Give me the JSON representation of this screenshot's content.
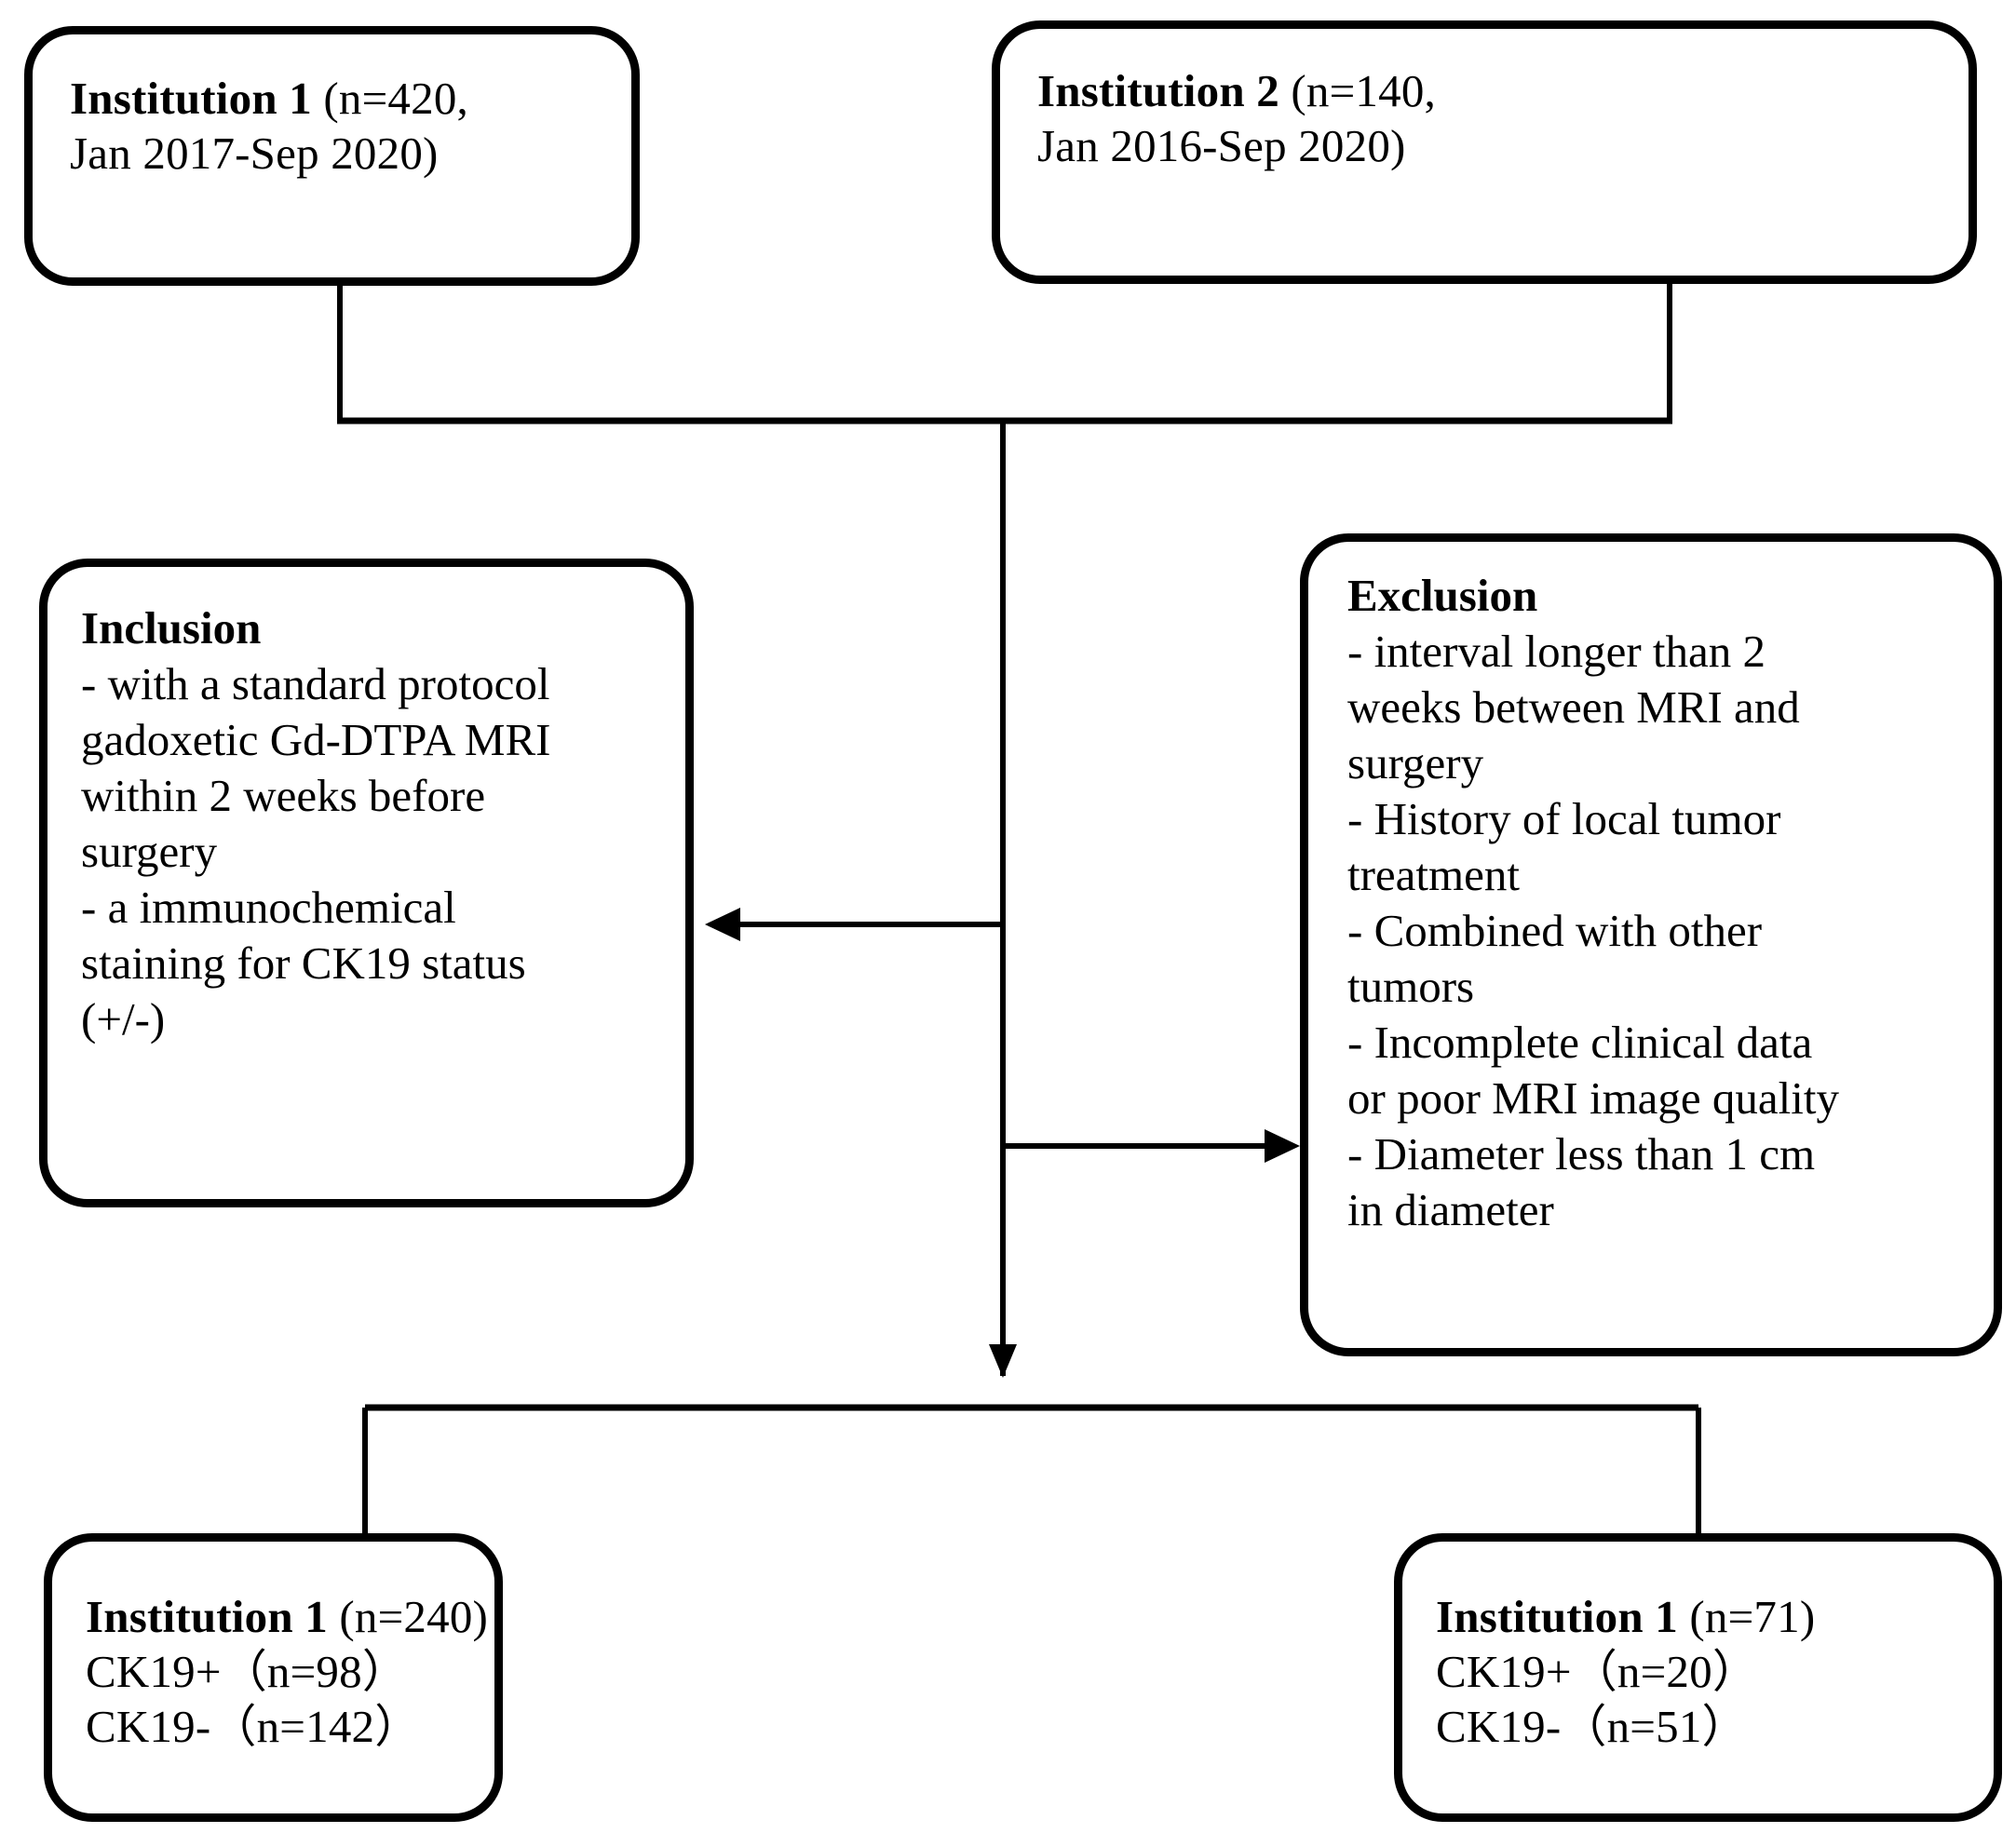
{
  "diagram": {
    "type": "flowchart",
    "title": "Patient selection flowchart",
    "stroke_color": "#000000",
    "background_color": "#ffffff",
    "nodes": {
      "institution1_top": {
        "label_bold": "Institution  1",
        "label_rest": " (n=420,",
        "line2": "Jan 2017-Sep 2020)",
        "n": 420,
        "period": "Jan 2017-Sep 2020"
      },
      "institution2_top": {
        "label_bold": "Institution  2",
        "label_rest": " (n=140,",
        "line2": "Jan 2016-Sep 2020)",
        "n": 140,
        "period": "Jan 2016-Sep 2020"
      },
      "inclusion": {
        "heading": "Inclusion",
        "items": [
          "- with  a standard protocol",
          "gadoxetic  Gd-DTPA MRI",
          "within  2 weeks before",
          "surgery",
          "- a immunochemical",
          "staining  for CK19 status",
          "(+/-)"
        ]
      },
      "exclusion": {
        "heading": "Exclusion",
        "items": [
          "- interval  longer  than  2",
          "weeks between MRI and",
          "surgery",
          "- History  of local tumor",
          "treatment",
          "- Combined  with  other",
          "tumors",
          "- Incomplete  clinical  data",
          "or poor MRI image  quality",
          "- Diameter  less than  1 cm",
          "in diameter"
        ]
      },
      "institution1_left_result": {
        "label_bold": "Institution  1",
        "label_rest": " (n=240)",
        "n": 240,
        "ck19_positive": "CK19+（n=98）",
        "ck19_negative": "CK19-（n=142）",
        "ck19_positive_n": 98,
        "ck19_negative_n": 142
      },
      "institution1_right_result": {
        "label_bold": "Institution  1",
        "label_rest": " (n=71)",
        "n": 71,
        "ck19_positive": "CK19+（n=20）",
        "ck19_negative": "CK19-（n=51）",
        "ck19_positive_n": 20,
        "ck19_negative_n": 51
      }
    },
    "connectors": [
      {
        "name": "institution1-to-trunk",
        "from": "institution1_top",
        "to": "merge-bus",
        "arrow": false
      },
      {
        "name": "institution2-to-trunk",
        "from": "institution2_top",
        "to": "merge-bus",
        "arrow": false
      },
      {
        "name": "trunk-to-inclusion",
        "from": "merge-bus",
        "to": "inclusion",
        "arrow": true,
        "direction": "left"
      },
      {
        "name": "trunk-to-exclusion",
        "from": "merge-bus",
        "to": "exclusion",
        "arrow": true,
        "direction": "right"
      },
      {
        "name": "trunk-to-split-bus",
        "from": "merge-bus",
        "to": "split-bus",
        "arrow": true,
        "direction": "down"
      },
      {
        "name": "split-to-institution1-left",
        "from": "split-bus",
        "to": "institution1_left_result",
        "arrow": false
      },
      {
        "name": "split-to-institution1-right",
        "from": "split-bus",
        "to": "institution1_right_result",
        "arrow": false
      }
    ]
  }
}
